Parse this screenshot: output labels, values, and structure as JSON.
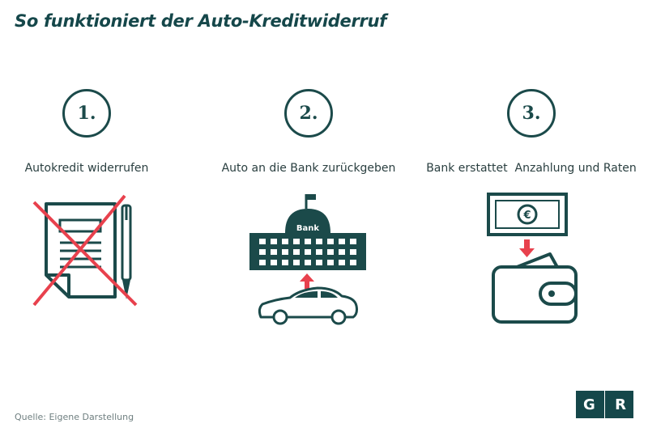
{
  "title": "So funktioniert der Auto-Kreditwiderruf",
  "steps": [
    {
      "number": "1.",
      "label": "Autokredit widerrufen",
      "icon": "crossed-out-contract-icon"
    },
    {
      "number": "2.",
      "label": "Auto an die Bank zurückgeben",
      "icon": "car-to-bank-icon",
      "bank_sign": "Bank"
    },
    {
      "number": "3.",
      "label": "Bank erstattet  Anzahlung und Raten",
      "icon": "money-to-wallet-icon",
      "currency_symbol": "€"
    }
  ],
  "source": "Quelle: Eigene Darstellung",
  "logo": {
    "left": "G",
    "right": "R"
  },
  "colors": {
    "primary": "#15474a",
    "accent": "#e8414d"
  }
}
